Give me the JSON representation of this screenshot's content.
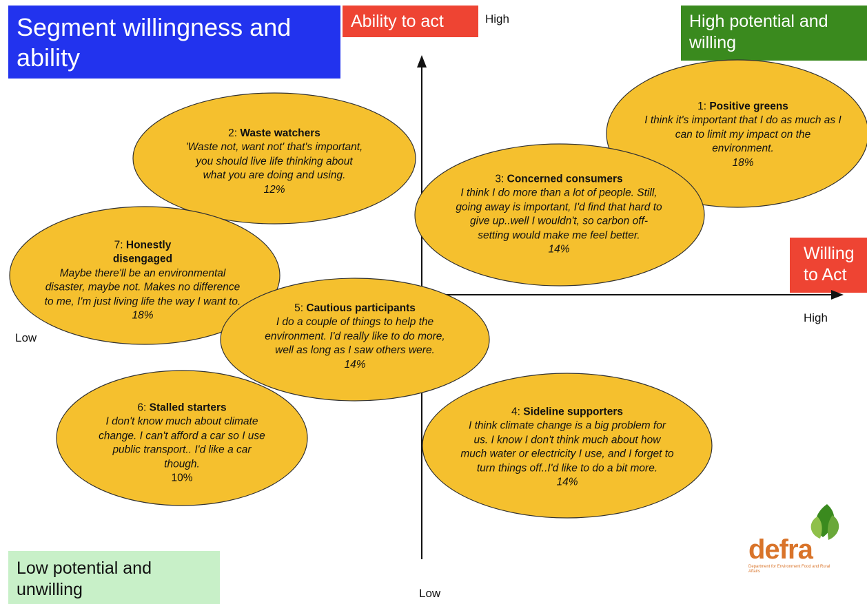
{
  "title": "Segment willingness and ability",
  "y_axis": {
    "label": "Ability to act",
    "high": "High",
    "low": "Low"
  },
  "x_axis": {
    "label": "Willing to Act",
    "high": "High",
    "low": "Low"
  },
  "quadrants": {
    "top_right": "High potential and willing",
    "bottom_left": "Low potential and unwilling"
  },
  "segments": [
    {
      "number": "1:",
      "name": "Positive greens",
      "quote": "I think it's important that I do as much as I can to limit my impact on the environment.",
      "percent": "18%"
    },
    {
      "number": "2:",
      "name": "Waste watchers",
      "quote": "'Waste not, want not' that's important, you should live life thinking about what you are doing and using.",
      "percent": "12%"
    },
    {
      "number": "3:",
      "name": "Concerned consumers",
      "quote": "I think I do more than a lot of people. Still, going away is important, I'd find that hard to give up..well I wouldn't, so carbon off-setting would make me feel better.",
      "percent": "14%"
    },
    {
      "number": "7:",
      "name": "Honestly disengaged",
      "quote": "Maybe there'll be an environmental disaster, maybe not. Makes no difference to me, I'm just living life the way I want to.",
      "percent": "18%"
    },
    {
      "number": "5:",
      "name": "Cautious participants",
      "quote": "I do a couple of things to help the environment. I'd really like to do more, well as long as I saw others were.",
      "percent": "14%"
    },
    {
      "number": "6:",
      "name": "Stalled starters",
      "quote": "I don't know much about climate change. I can't afford a car so I use public transport.. I'd like a car though.",
      "percent": "10%"
    },
    {
      "number": "4:",
      "name": "Sideline supporters",
      "quote": "I think climate change is a big problem for us. I know I don't think much about how much water or electricity I use, and I forget to turn things off..I'd like to do a bit more.",
      "percent": "14%"
    }
  ],
  "logo": {
    "name": "defra",
    "subtitle": "Department for Environment Food and Rural Affairs"
  },
  "colors": {
    "ellipse_fill": "#f5c02e",
    "title_blue": "#2233ee",
    "label_red": "#ee4433",
    "quadrant_green": "#3a8a1e",
    "quadrant_light_green": "#c8f0c8",
    "logo_orange": "#d9742a"
  }
}
